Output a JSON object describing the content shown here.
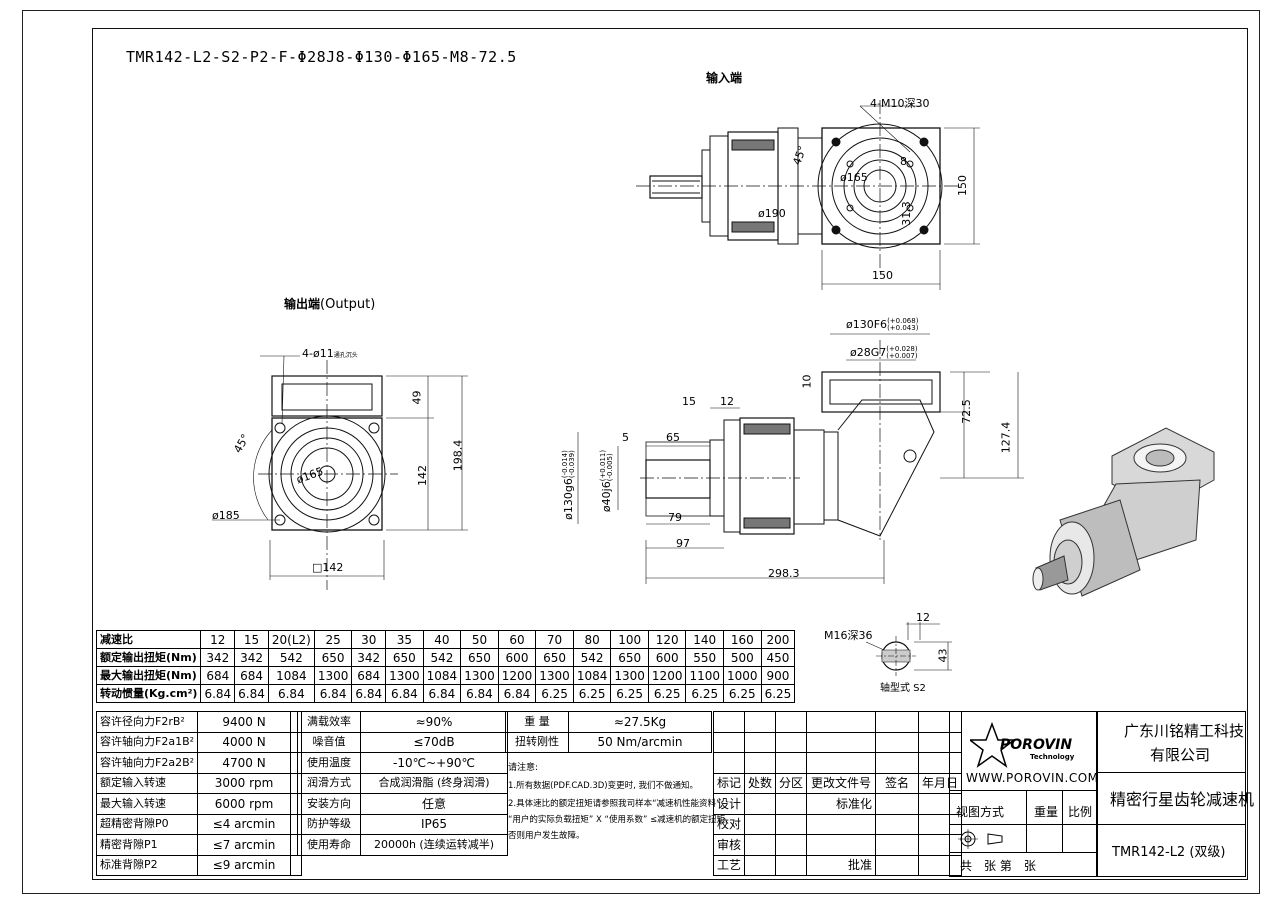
{
  "drawing": {
    "model": "TMR142-L2-S2-P2-F-Φ28J8-Φ130-Φ165-M8-72.5",
    "input_view_title": "输入端",
    "output_view_title": "输出端",
    "output_view_suffix": "(Output)",
    "shaft_view_title": "轴型式 S2"
  },
  "dimensions": {
    "input_bolts": "4-M10深30",
    "input_angle": "45°",
    "input_pcd": "ø165",
    "input_8": "8",
    "input_pilot": "ø190",
    "input_313": "31.3",
    "input_height": "150",
    "input_width": "150",
    "output_bolts": "4-ø11",
    "output_bolts_note": "通孔沉头",
    "output_49": "49",
    "output_angle": "45°",
    "output_pcd": "ø165",
    "output_185": "ø185",
    "output_142v": "142",
    "output_1984": "198.4",
    "output_142h": "□142",
    "side_130f6": "ø130F6",
    "side_130f6_tol_up": "(+0.068)",
    "side_130f6_tol_dn": "(+0.043)",
    "side_28g7": "ø28G7",
    "side_28g7_tol_up": "(+0.028)",
    "side_28g7_tol_dn": "(+0.007)",
    "side_10": "10",
    "side_725": "72.5",
    "side_1274": "127.4",
    "side_15": "15",
    "side_12": "12",
    "side_5": "5",
    "side_65": "65",
    "side_130g6": "ø130g6",
    "side_130g6_tol_up": "(-0.014)",
    "side_130g6_tol_dn": "(-0.039)",
    "side_40j6": "ø40j6",
    "side_40j6_tol_up": "(+0.011)",
    "side_40j6_tol_dn": "(-0.005)",
    "side_79": "79",
    "side_97": "97",
    "side_2983": "298.3",
    "shaft_key": "M16深36",
    "shaft_12": "12",
    "shaft_43": "43"
  },
  "ratio_table": {
    "headers": [
      "减速比",
      "12",
      "15",
      "20(L2)",
      "25",
      "30",
      "35",
      "40",
      "50",
      "60",
      "70",
      "80",
      "100",
      "120",
      "140",
      "160",
      "200"
    ],
    "rows": [
      [
        "额定输出扭矩(Nm)",
        "342",
        "342",
        "542",
        "650",
        "342",
        "650",
        "542",
        "650",
        "600",
        "650",
        "542",
        "650",
        "600",
        "550",
        "500",
        "450"
      ],
      [
        "最大输出扭矩(Nm)",
        "684",
        "684",
        "1084",
        "1300",
        "684",
        "1300",
        "1084",
        "1300",
        "1200",
        "1300",
        "1084",
        "1300",
        "1200",
        "1100",
        "1000",
        "900"
      ],
      [
        "转动惯量(Kg.cm²)",
        "6.84",
        "6.84",
        "6.84",
        "6.84",
        "6.84",
        "6.84",
        "6.84",
        "6.84",
        "6.84",
        "6.25",
        "6.25",
        "6.25",
        "6.25",
        "6.25",
        "6.25",
        "6.25"
      ]
    ]
  },
  "specs_left": [
    [
      "容许径向力F2rB²",
      "9400 N"
    ],
    [
      "容许轴向力F2a1B²",
      "4000 N"
    ],
    [
      "容许轴向力F2a2B²",
      "4700 N"
    ],
    [
      "额定输入转速",
      "3000 rpm"
    ],
    [
      "最大输入转速",
      "6000 rpm"
    ],
    [
      "超精密背隙P0",
      "≤4 arcmin"
    ],
    [
      "精密背隙P1",
      "≤7 arcmin"
    ],
    [
      "标准背隙P2",
      "≤9 arcmin"
    ]
  ],
  "specs_mid": [
    [
      "满载效率",
      "≈90%"
    ],
    [
      "噪音值",
      "≤70dB"
    ],
    [
      "使用温度",
      "-10℃~+90℃"
    ],
    [
      "润滑方式",
      "合成润滑脂 (终身润滑)"
    ],
    [
      "安装方向",
      "任意"
    ],
    [
      "防护等级",
      "IP65"
    ],
    [
      "使用寿命",
      "20000h (连续运转减半)"
    ]
  ],
  "specs_right": {
    "weight_label": "重 量",
    "weight_value": "≈27.5Kg",
    "stiffness_label": "扭转刚性",
    "stiffness_value": "50 Nm/arcmin"
  },
  "notes": {
    "title": "请注意:",
    "line1": "1.所有数据(PDF.CAD.3D)变更时, 我们不做通知。",
    "line2": "2.具体速比的额定扭矩请参照我司样本“减速机性能资料”;",
    "line3": "“用户的实际负载扭矩” X “使用系数” ≤减速机的额定扭矩,",
    "line4": "否则用户发生故障。"
  },
  "revision": {
    "headers": [
      "标记",
      "处数",
      "分区",
      "更改文件号",
      "签名",
      "年月日"
    ],
    "design": "设计",
    "standard": "标准化",
    "check": "校对",
    "review": "审核",
    "process": "工艺",
    "approve": "批准"
  },
  "titleblock": {
    "logo_text": "POROVIN",
    "logo_sub": "Technology",
    "website": "WWW.POROVIN.COM",
    "company_line1": "广东川铭精工科技",
    "company_line2": "有限公司",
    "product": "精密行星齿轮减速机",
    "view_method": "视图方式",
    "weight": "重量",
    "scale": "比例",
    "sheets": "共　张 第　张",
    "model": "TMR142-L2 (双级)"
  }
}
